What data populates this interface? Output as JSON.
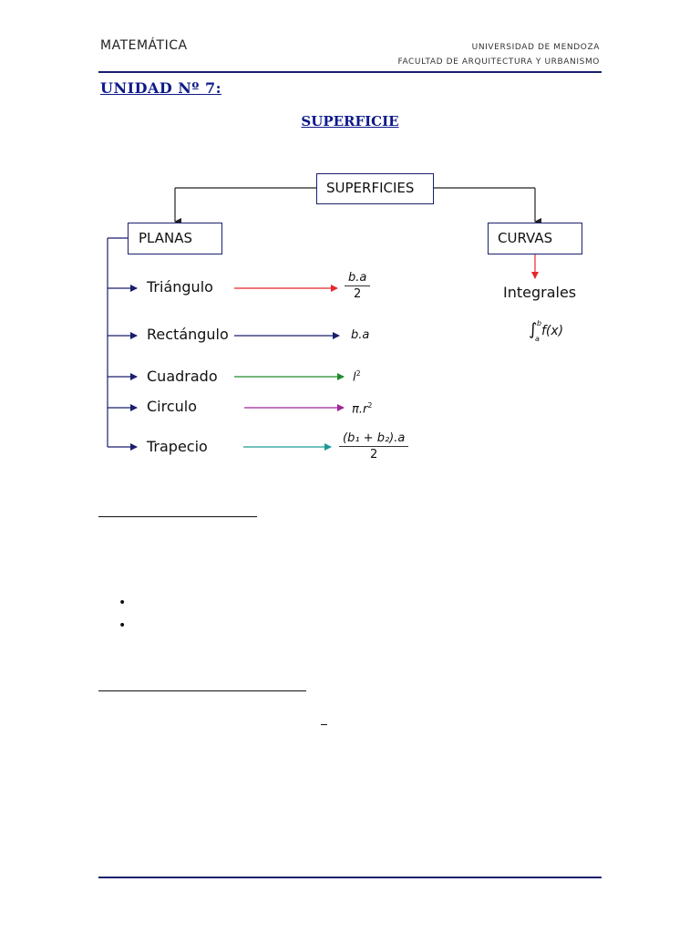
{
  "header": {
    "left": "MATEMÁTICA",
    "right_line1": "UNIVERSIDAD DE MENDOZA",
    "right_line2": "FACULTAD DE ARQUITECTURA Y URBANISMO"
  },
  "unit_title": "UNIDAD Nº 7:",
  "section_title": "SUPERFICIE",
  "diagram": {
    "root": "SUPERFICIES",
    "left_node": "PLANAS",
    "right_node": "CURVAS",
    "curved_item": "Integrales",
    "integral": {
      "lower": "a",
      "upper": "b",
      "body": "f(x)"
    },
    "flat_items": [
      {
        "label": "Triángulo",
        "arrow_color": "#e8262a",
        "formula_num": "b.a",
        "formula_den": "2"
      },
      {
        "label": "Rectángulo",
        "arrow_color": "#1a1f6e",
        "formula": "b.a"
      },
      {
        "label": "Cuadrado",
        "arrow_color": "#1f8a2a",
        "formula_base": "l",
        "formula_exp": "2"
      },
      {
        "label": "Circulo",
        "arrow_color": "#a0259a",
        "formula_base": "π.r",
        "formula_exp": "2"
      },
      {
        "label": "Trapecio",
        "arrow_color": "#1a9a95",
        "formula_num": "(b₁ + b₂).a",
        "formula_den": "2"
      }
    ]
  },
  "colors": {
    "accent": "#0e1a8a",
    "rule": "#1a1f6e",
    "curvas_arrow": "#e8262a"
  },
  "bullets": [
    "•",
    "•"
  ]
}
